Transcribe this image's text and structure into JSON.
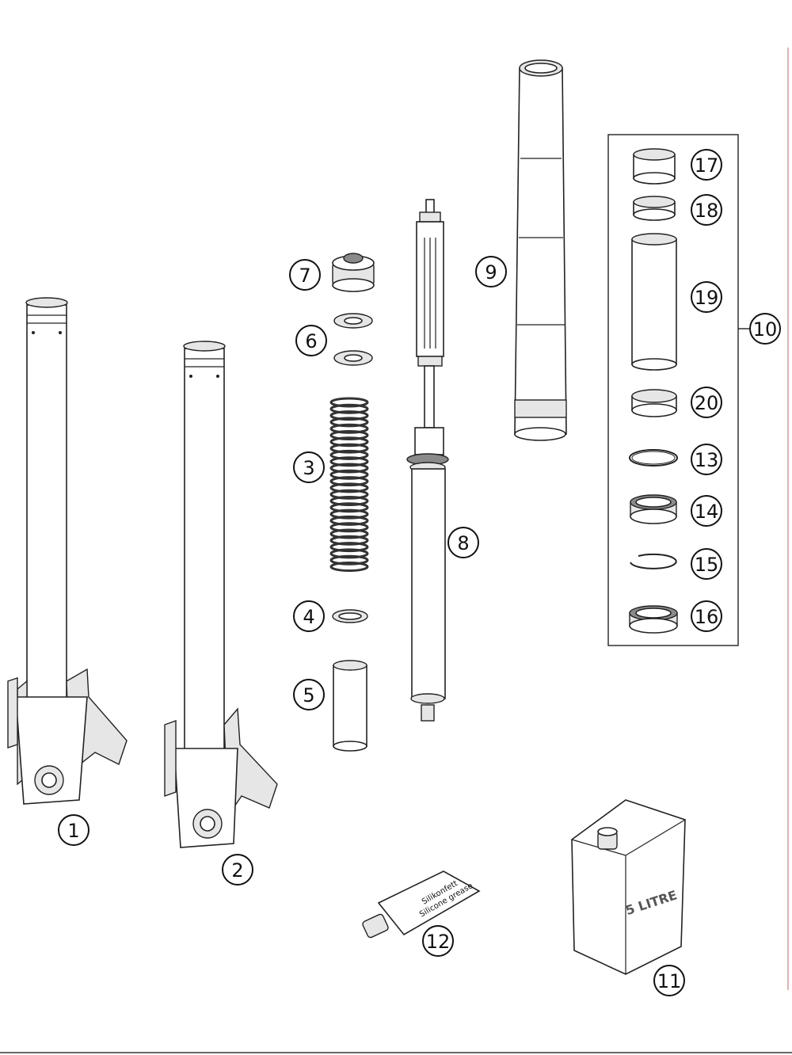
{
  "diagram": {
    "callouts": [
      {
        "id": 1,
        "label": "1"
      },
      {
        "id": 2,
        "label": "2"
      },
      {
        "id": 3,
        "label": "3"
      },
      {
        "id": 4,
        "label": "4"
      },
      {
        "id": 5,
        "label": "5"
      },
      {
        "id": 6,
        "label": "6"
      },
      {
        "id": 7,
        "label": "7"
      },
      {
        "id": 8,
        "label": "8"
      },
      {
        "id": 9,
        "label": "9"
      },
      {
        "id": 10,
        "label": "10"
      },
      {
        "id": 11,
        "label": "11"
      },
      {
        "id": 12,
        "label": "12"
      },
      {
        "id": 13,
        "label": "13"
      },
      {
        "id": 14,
        "label": "14"
      },
      {
        "id": 15,
        "label": "15"
      },
      {
        "id": 16,
        "label": "16"
      },
      {
        "id": 17,
        "label": "17"
      },
      {
        "id": 18,
        "label": "18"
      },
      {
        "id": 19,
        "label": "19"
      },
      {
        "id": 20,
        "label": "20"
      }
    ],
    "tube_label_line1": "Silikonfett",
    "tube_label_line2": "Silicone grease",
    "canister_label": "5 LITRE"
  }
}
